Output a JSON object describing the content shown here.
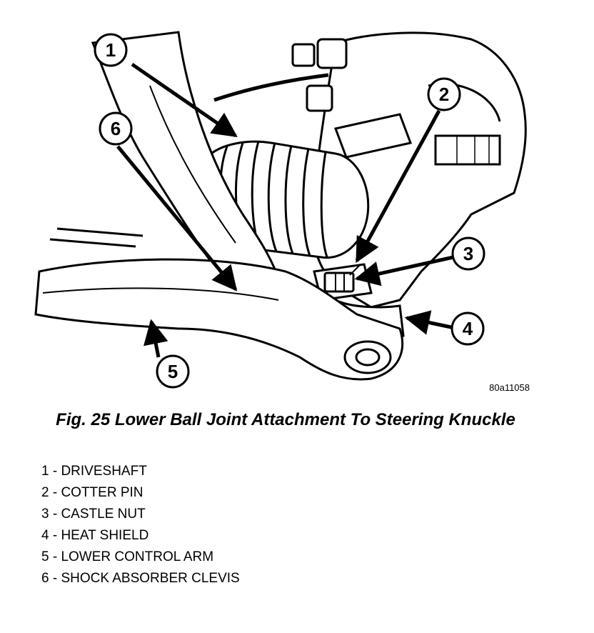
{
  "figure_code": "80a11058",
  "caption": "Fig. 25 Lower Ball Joint Attachment To Steering Knuckle",
  "callouts": [
    {
      "number": "1",
      "label": "1 - DRIVESHAFT"
    },
    {
      "number": "2",
      "label": "2 - COTTER PIN"
    },
    {
      "number": "3",
      "label": "3 - CASTLE NUT"
    },
    {
      "number": "4",
      "label": "4 - HEAT SHIELD"
    },
    {
      "number": "5",
      "label": "5 - LOWER CONTROL ARM"
    },
    {
      "number": "6",
      "label": "6 - SHOCK ABSORBER CLEVIS"
    }
  ]
}
